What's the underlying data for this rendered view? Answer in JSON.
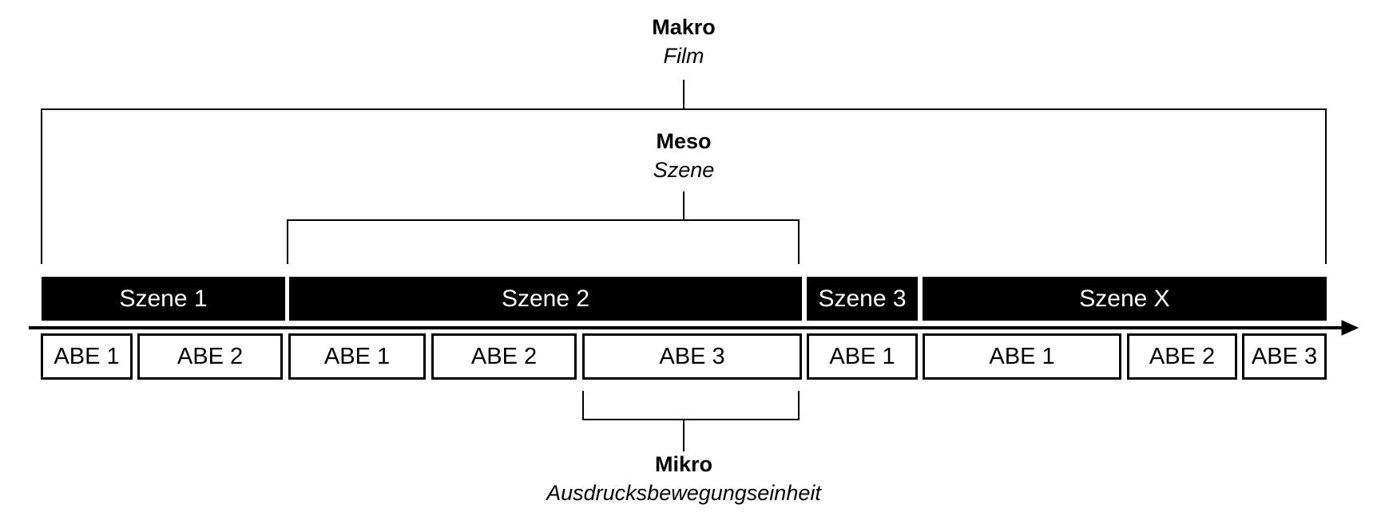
{
  "levels": {
    "makro": {
      "name": "Makro",
      "sub": "Film"
    },
    "meso": {
      "name": "Meso",
      "sub": "Szene"
    },
    "mikro": {
      "name": "Mikro",
      "sub": "Ausdrucksbewegungseinheit"
    }
  },
  "scenes": [
    "Szene 1",
    "Szene 2",
    "Szene 3",
    "Szene X"
  ],
  "abes": [
    [
      "ABE 1",
      "ABE 2"
    ],
    [
      "ABE 1",
      "ABE 2",
      "ABE 3"
    ],
    [
      "ABE 1"
    ],
    [
      "ABE 1",
      "ABE 2",
      "ABE 3"
    ]
  ]
}
